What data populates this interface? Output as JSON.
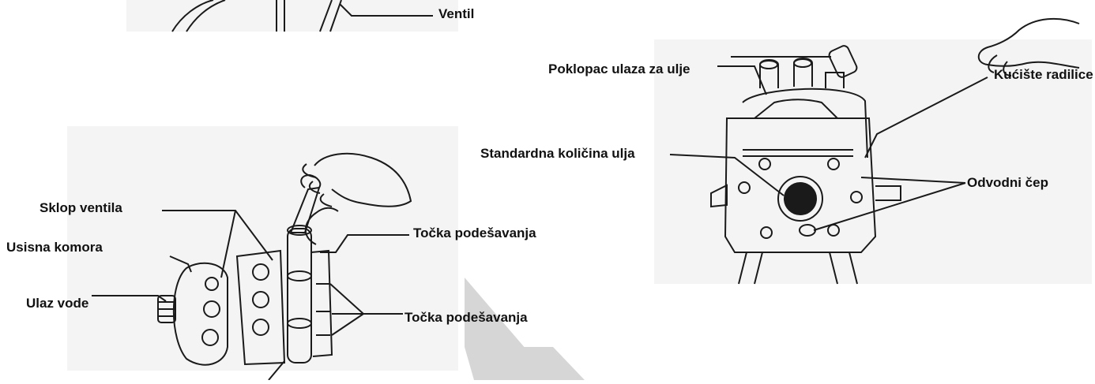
{
  "labels": {
    "ventil": "Ventil",
    "poklopac": "Poklopac ulaza za ulje",
    "kuciste": "Kućište radilice",
    "standardna": "Standardna količina ulja",
    "odvodni": "Odvodni čep",
    "sklop": "Sklop ventila",
    "tocka_top": "Točka podešavanja",
    "usisna": "Usisna komora",
    "ulaz": "Ulaz vode",
    "tocka_bottom": "Točka podešavanja"
  },
  "colors": {
    "line": "#1a1a1a",
    "paper_shade": "#f3f3f3",
    "watermark": "#d9d9d9"
  },
  "icons": [
    "hand-icon",
    "wrench-icon",
    "pump-head-illustration",
    "crankcase-illustration"
  ]
}
